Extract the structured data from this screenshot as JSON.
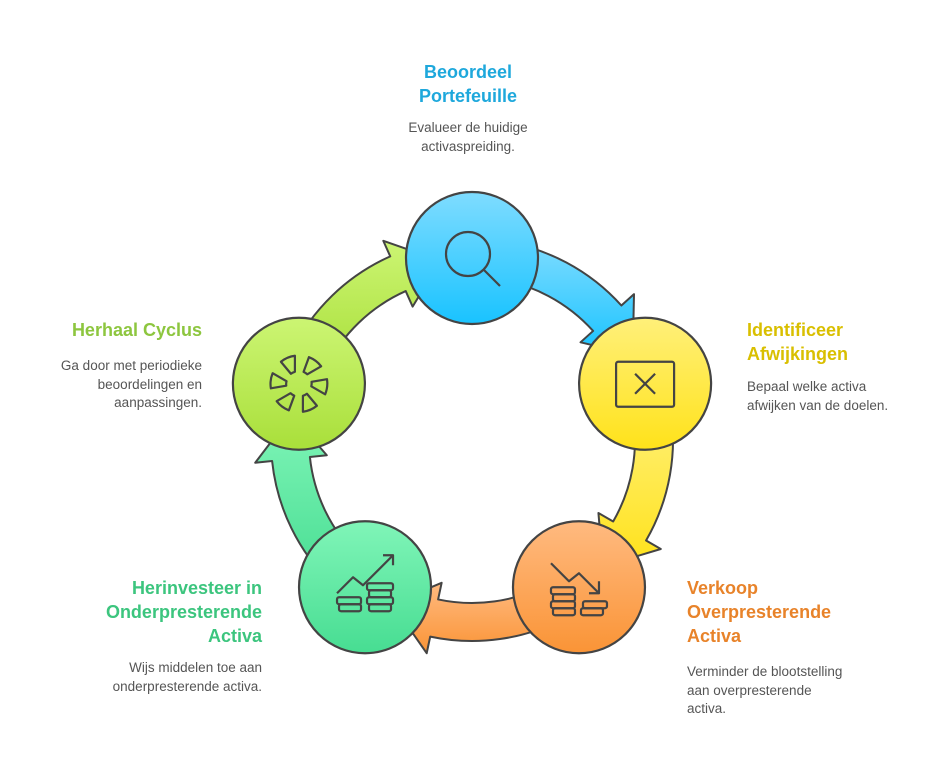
{
  "steps": [
    {
      "title1": "Beoordeel",
      "title2": "Portefeuille",
      "desc1": "Evalueer de huidige",
      "desc2": "activaspreiding.",
      "color": "#1ea8dc",
      "icon": "magnifier-icon",
      "fillTop": "#7fdcff",
      "fillBottom": "#19c3ff"
    },
    {
      "title1": "Identificeer",
      "title2": "Afwijkingen",
      "desc1": "Bepaal welke activa",
      "desc2": "afwijken van de doelen.",
      "color": "#d9bf00",
      "icon": "x-box-icon",
      "fillTop": "#fff07a",
      "fillBottom": "#ffe21a"
    },
    {
      "title1": "Verkoop",
      "title2": "Overpresterende",
      "title3": "Activa",
      "desc1": "Verminder de blootstelling",
      "desc2": "aan overpresterende",
      "desc3": "activa.",
      "color": "#e8832a",
      "icon": "coins-trend-down-icon",
      "fillTop": "#ffba80",
      "fillBottom": "#fa9436"
    },
    {
      "title1": "Herinvesteer in",
      "title2": "Onderpresterende",
      "title3": "Activa",
      "desc1": "Wijs middelen toe aan",
      "desc2": "onderpresterende activa.",
      "color": "#3cc57e",
      "icon": "coins-trend-up-icon",
      "fillTop": "#80f5b8",
      "fillBottom": "#47dd92"
    },
    {
      "title1": "Herhaal Cyclus",
      "desc1": "Ga door met periodieke",
      "desc2": "beoordelingen en",
      "desc3": "aanpassingen.",
      "color": "#8dc63f",
      "icon": "cycle-icon",
      "fillTop": "#ccf573",
      "fillBottom": "#a9df3a"
    }
  ]
}
